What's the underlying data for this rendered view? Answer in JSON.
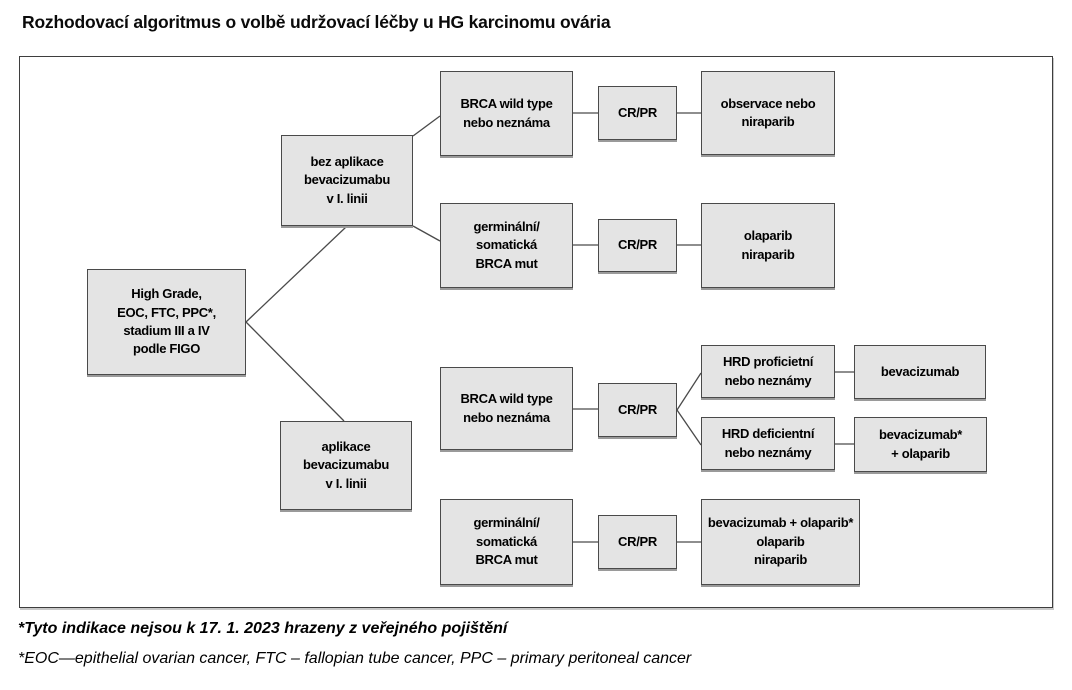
{
  "title": "Rozhodovací algoritmus o volbě udržovací léčby u HG karcinomu ovária",
  "colors": {
    "node_fill": "#e4e4e4",
    "node_border": "#4a4a4a",
    "frame_border": "#3e3e3e",
    "text": "#000000"
  },
  "nodes": {
    "root": {
      "label": "High Grade,\nEOC, FTC, PPC*,\nstadium III a IV\npodle FIGO"
    },
    "no_bevacizumab_branch": {
      "label": "bez aplikace\nbevacizumabu\nv I. linii"
    },
    "bevacizumab_branch": {
      "label": "aplikace\nbevacizumabu\nv I. linii"
    },
    "brca_wildtype_top": {
      "label": "BRCA wild type\nnebo neznáma"
    },
    "crpr_1": {
      "label": "CR/PR"
    },
    "observace_niraparib": {
      "label": "observace nebo\nniraparib"
    },
    "brca_mut_top": {
      "label": "germinální/\nsomatická\nBRCA mut"
    },
    "crpr_2": {
      "label": "CR/PR"
    },
    "olaparib_niraparib": {
      "label": "olaparib\nniraparib"
    },
    "brca_wildtype_bottom": {
      "label": "BRCA wild type\nnebo neznáma"
    },
    "crpr_3": {
      "label": "CR/PR"
    },
    "hrd_proficient": {
      "label": "HRD proficietní\nnebo neznámy"
    },
    "bevacizumab_result": {
      "label": "bevacizumab"
    },
    "hrd_deficient": {
      "label": "HRD deficientní\nnebo neznámy"
    },
    "bevacizumab_olaparib": {
      "label": "bevacizumab*\n+ olaparib"
    },
    "brca_mut_bottom": {
      "label": "germinální/\nsomatická\nBRCA mut"
    },
    "crpr_4": {
      "label": "CR/PR"
    },
    "bev_olaparib_niraparib": {
      "label": "bevacizumab + olaparib*\nolaparib\nniraparib"
    }
  },
  "footnotes": {
    "line1": "*Tyto indikace nejsou k 17. 1. 2023 hrazeny z veřejného pojištění",
    "line2": "*EOC—epithelial ovarian cancer, FTC – fallopian tube cancer, PPC – primary peritoneal cancer"
  }
}
